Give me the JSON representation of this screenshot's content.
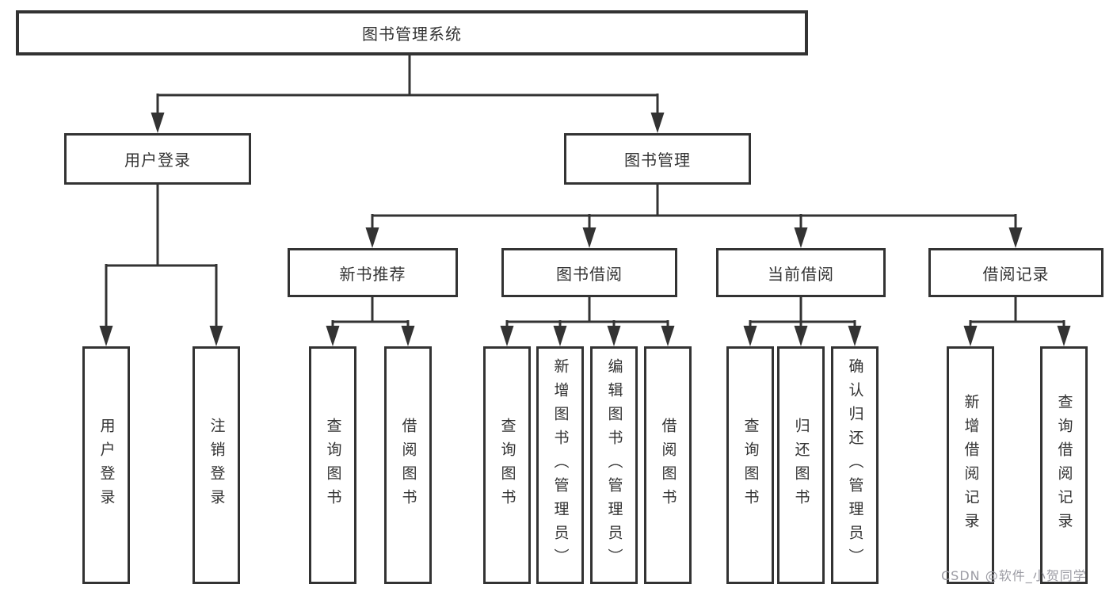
{
  "diagram": {
    "root": {
      "label": "图书管理系统"
    },
    "branches": [
      {
        "label": "用户登录",
        "children": [
          {
            "label": "用户登录"
          },
          {
            "label": "注销登录"
          }
        ]
      },
      {
        "label": "图书管理",
        "children": [
          {
            "label": "新书推荐",
            "children": [
              {
                "label": "查询图书"
              },
              {
                "label": "借阅图书"
              }
            ]
          },
          {
            "label": "图书借阅",
            "children": [
              {
                "label": "查询图书"
              },
              {
                "label": "新增图书（管理员）"
              },
              {
                "label": "编辑图书（管理员）"
              },
              {
                "label": "借阅图书"
              }
            ]
          },
          {
            "label": "当前借阅",
            "children": [
              {
                "label": "查询图书"
              },
              {
                "label": "归还图书"
              },
              {
                "label": "确认归还（管理员）"
              }
            ]
          },
          {
            "label": "借阅记录",
            "children": [
              {
                "label": "新增借阅记录"
              },
              {
                "label": "查询借阅记录"
              }
            ]
          }
        ]
      }
    ]
  },
  "watermark": {
    "text": "CSDN @软件_小贺同学"
  },
  "colors": {
    "line": "#333333",
    "box_border": "#333333",
    "text": "#333333",
    "background": "#ffffff",
    "watermark_text": "#9b9ba3"
  }
}
